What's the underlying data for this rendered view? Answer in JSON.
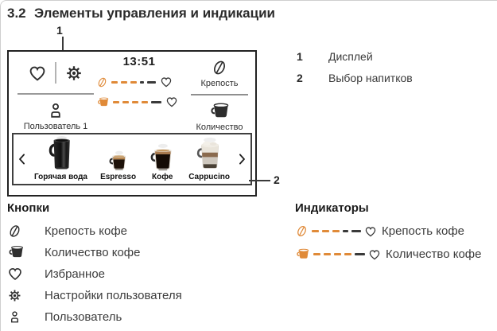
{
  "page": {
    "section_number": "3.2",
    "title": "Элементы управления и индикации"
  },
  "callouts": {
    "display_num": "1",
    "drinks_num": "2"
  },
  "display": {
    "time": "13:51",
    "user_label": "Пользователь 1",
    "strength_label": "Крепость",
    "quantity_label": "Количество",
    "indicators": [
      {
        "name": "coffee-strength",
        "icon": "coffee-bean-icon",
        "orange_dashes": 3,
        "dark_dashes": 2
      },
      {
        "name": "coffee-quantity",
        "icon": "cup-icon",
        "orange_dashes": 4,
        "dark_dashes": 1
      }
    ]
  },
  "carousel": {
    "drinks": [
      {
        "name": "Горячая вода"
      },
      {
        "name": "Espresso"
      },
      {
        "name": "Кофе"
      },
      {
        "name": "Cappucino"
      }
    ]
  },
  "legend": [
    {
      "num": "1",
      "label": "Дисплей"
    },
    {
      "num": "2",
      "label": "Выбор напитков"
    }
  ],
  "buttons_section": {
    "heading": "Кнопки",
    "items": [
      {
        "icon": "coffee-bean-icon",
        "label": "Крепость кофе"
      },
      {
        "icon": "cup-icon",
        "label": "Количество кофе"
      },
      {
        "icon": "heart-icon",
        "label": "Избранное"
      },
      {
        "icon": "gear-icon",
        "label": "Настройки пользователя"
      },
      {
        "icon": "user-icon",
        "label": "Пользователь"
      }
    ]
  },
  "indicators_section": {
    "heading": "Индикаторы",
    "items": [
      {
        "icon": "coffee-bean-icon",
        "label": "Крепость кофе",
        "orange_dashes": 3,
        "dark_dashes": 2
      },
      {
        "icon": "cup-icon",
        "label": "Количество кофе",
        "orange_dashes": 4,
        "dark_dashes": 1
      }
    ]
  },
  "colors": {
    "accent_orange": "#E08A38",
    "text": "#3A3A3A",
    "panel_border": "#222222"
  }
}
